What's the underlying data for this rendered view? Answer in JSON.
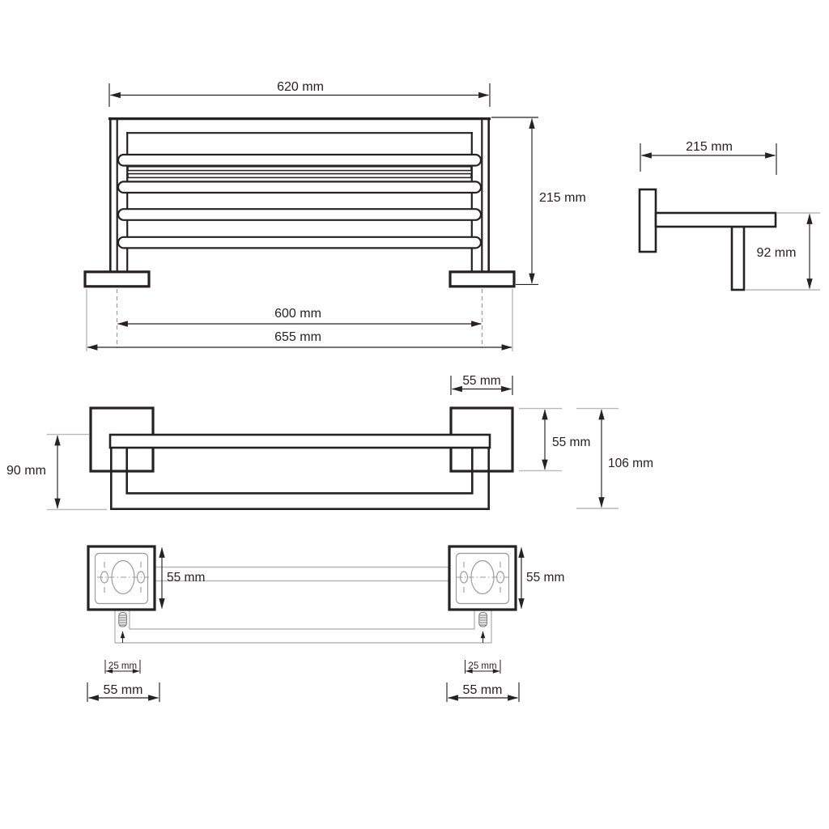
{
  "drawing": {
    "front_view": {
      "width": "620 mm",
      "height": "215 mm",
      "inner_span": "600 mm",
      "outer_span": "655 mm"
    },
    "side_view": {
      "depth": "215 mm",
      "drop": "92 mm"
    },
    "plan_view": {
      "bracket_width": "55 mm",
      "rail_depth": "90 mm",
      "bracket_height": "55 mm",
      "total_depth": "106 mm"
    },
    "plate_view": {
      "left_plate_height": "55 mm",
      "right_plate_height": "55 mm",
      "left_screw_offset": "25 mm",
      "right_screw_offset": "25 mm",
      "left_plate_width": "55 mm",
      "right_plate_width": "55 mm"
    },
    "colors": {
      "line": "#262223",
      "guide": "#b8b8b8",
      "hole_outline": "#9a9a9a"
    }
  }
}
